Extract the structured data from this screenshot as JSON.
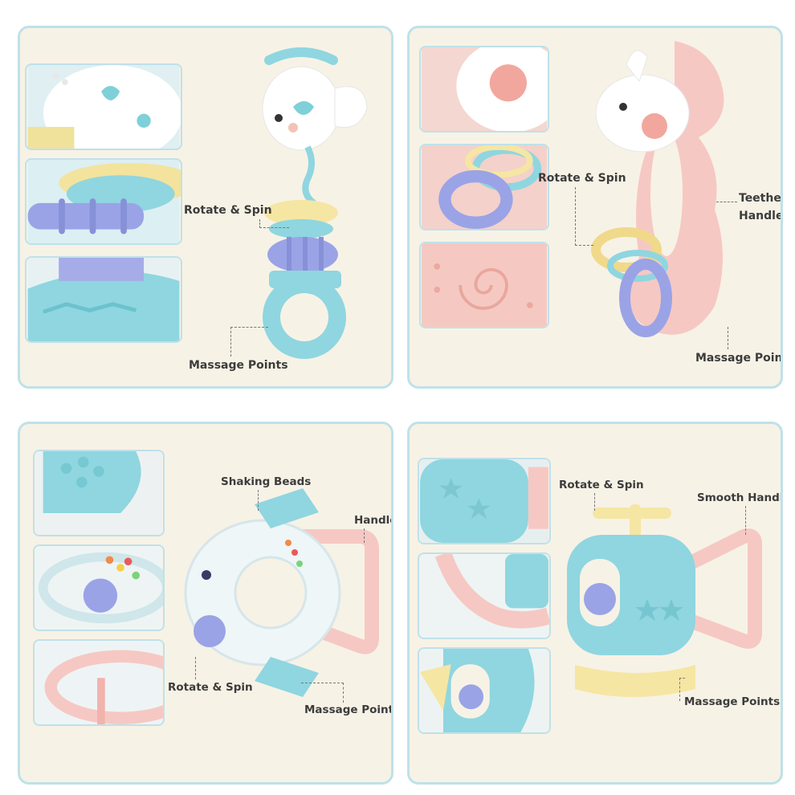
{
  "panels": [
    {
      "labels": {
        "rotate": "Rotate & Spin",
        "massage": "Massage Points"
      }
    },
    {
      "labels": {
        "rotate": "Rotate & Spin",
        "teether1": "Teether",
        "teether2": "Handle",
        "massage": "Massage Points"
      }
    },
    {
      "labels": {
        "beads": "Shaking Beads",
        "handle": "Handle",
        "rotate": "Rotate & Spin",
        "massage": "Massage Points"
      }
    },
    {
      "labels": {
        "rotate": "Rotate & Spin",
        "smooth": "Smooth Handle",
        "massage": "Massage Points"
      }
    }
  ],
  "colors": {
    "panel_bg": "#f7f2e6",
    "panel_border": "#bfe1ea",
    "toy_blue": "#8fd6e0",
    "toy_pink": "#f6c8c3",
    "toy_yellow": "#f5e6a3",
    "toy_purple": "#9aa3e6",
    "label_text": "#3c3c3c"
  },
  "icons": [
    "fish-rattle",
    "seahorse-teether",
    "airplane-rattle",
    "helicopter-rattle",
    "star-icon"
  ]
}
